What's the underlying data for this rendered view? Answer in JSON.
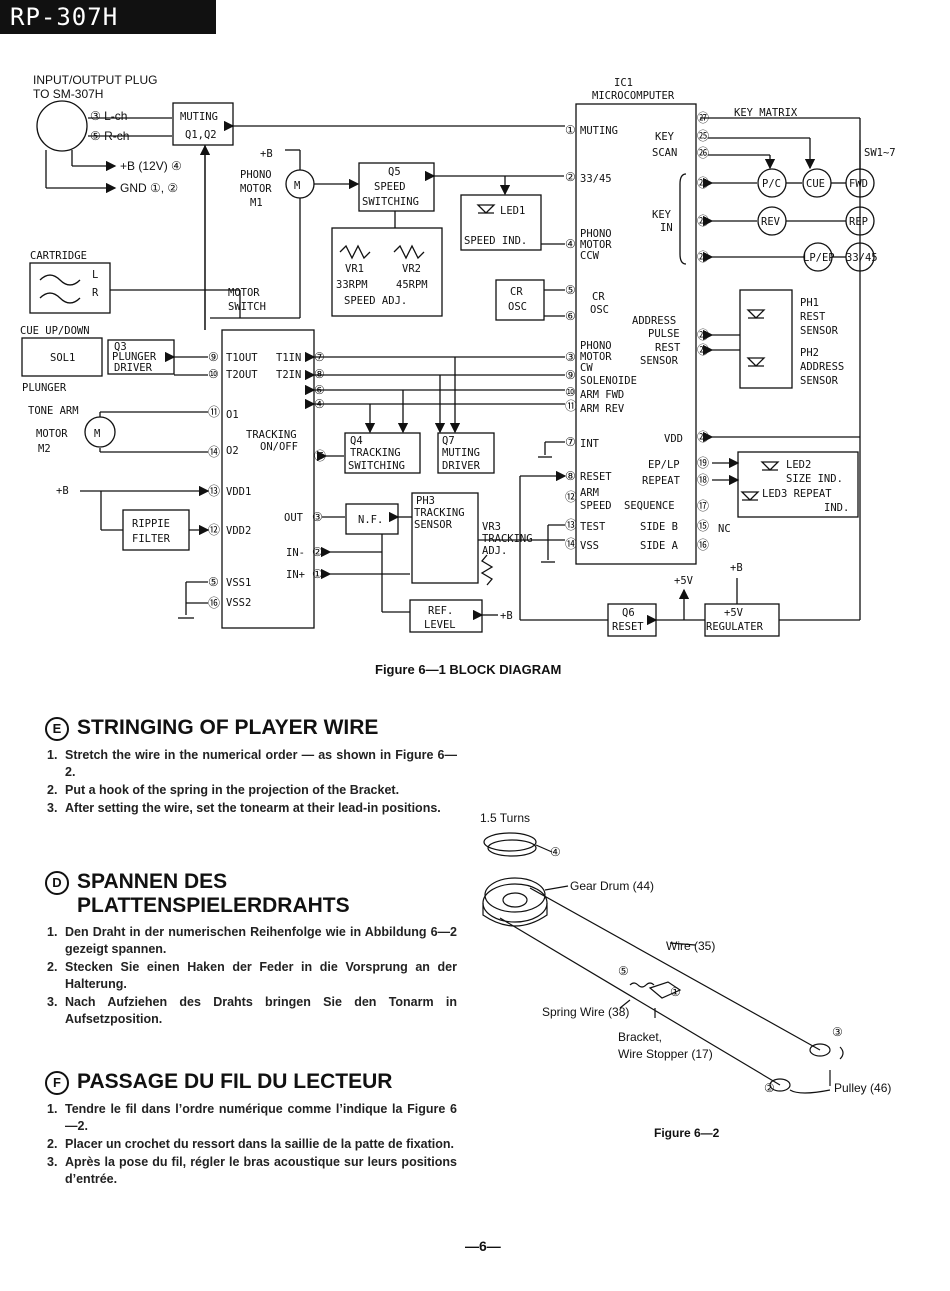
{
  "header": {
    "model": "RP-307H"
  },
  "figure1": {
    "caption": "Figure 6—1  BLOCK DIAGRAM",
    "io_plug": {
      "title_1": "INPUT/OUTPUT PLUG",
      "title_2": "TO SM-307H",
      "lch": "③ L-ch",
      "rch": "⑤ R-ch",
      "plus_b": "+B (12V) ④",
      "gnd": "GND ①, ②"
    },
    "muting_box": {
      "line1": "MUTING",
      "line2": "Q1,Q2"
    },
    "phono_motor": {
      "line1": "PHONO",
      "line2": "MOTOR",
      "line3": "M1",
      "plus_b": "+B",
      "symbol": "M"
    },
    "q5_box": {
      "line1": "Q5",
      "line2": "SPEED",
      "line3": "SWITCHING"
    },
    "vr_box": {
      "vr1": "VR1",
      "vr2": "VR2",
      "rpm33": "33RPM",
      "rpm45": "45RPM",
      "adj": "SPEED ADJ."
    },
    "led1_box": {
      "led": "LED1",
      "label": "SPEED IND."
    },
    "cartridge": {
      "label": "CARTRIDGE",
      "l": "L",
      "r": "R"
    },
    "motor_switch": {
      "line1": "MOTOR",
      "line2": "SWITCH"
    },
    "cue": {
      "label": "CUE UP/DOWN",
      "sol": "SOL1",
      "plunger_label": "PLUNGER"
    },
    "q3_box": {
      "line1": "Q3",
      "line2": "PLUNGER",
      "line3": "DRIVER"
    },
    "tone_arm": {
      "label": "TONE ARM",
      "motor": "MOTOR",
      "m2": "M2",
      "symbol": "M"
    },
    "ic2": {
      "t1out": "T1OUT",
      "t1in": "T1IN",
      "t2out": "T2OUT",
      "t2in": "T2IN",
      "o1": "O1",
      "o2": "O2",
      "tracking": "TRACKING",
      "onoff": "ON/OFF",
      "vdd1": "VDD1",
      "vdd2": "VDD2",
      "out": "OUT",
      "in_minus": "IN-",
      "in_plus": "IN+",
      "vss1": "VSS1",
      "vss2": "VSS2"
    },
    "plus_b_left": "+B",
    "ripple_filter": {
      "line1": "RIPPIE",
      "line2": "FILTER"
    },
    "q4_box": {
      "line1": "Q4",
      "line2": "TRACKING",
      "line3": "SWITCHING"
    },
    "q7_box": {
      "line1": "Q7",
      "line2": "MUTING",
      "line3": "DRIVER"
    },
    "cr_osc": {
      "line1": "CR",
      "line2": "OSC",
      "bracket": "CR",
      "bracket2": "OSC"
    },
    "nf_box": "N.F.",
    "ph3_box": {
      "line1": "PH3",
      "line2": "TRACKING",
      "line3": "SENSOR"
    },
    "vr3": {
      "line1": "VR3",
      "line2": "TRACKING",
      "line3": "ADJ."
    },
    "ref_level": {
      "line1": "REF.",
      "line2": "LEVEL",
      "plus_b": "+B"
    },
    "ic1": {
      "title_1": "IC1",
      "title_2": "MICROCOMPUTER",
      "muting": "MUTING",
      "sw3345": "33/45",
      "phono_motor_ccw_1": "PHONO",
      "phono_motor_ccw_2": "MOTOR",
      "ccw": "CCW",
      "key_scan_1": "KEY",
      "key_scan_2": "SCAN",
      "key_in_1": "KEY",
      "key_in_2": "IN",
      "address_pulse_1": "ADDRESS",
      "address_pulse_2": "PULSE",
      "rest_sensor_1": "REST",
      "rest_sensor_2": "SENSOR",
      "phono_motor_cw_1": "PHONO",
      "phono_motor_cw_2": "MOTOR",
      "cw": "CW",
      "solenoide": "SOLENOIDE",
      "arm_fwd": "ARM FWD",
      "arm_rev": "ARM REV",
      "int": "INT",
      "vdd": "VDD",
      "reset": "RESET",
      "ep_lp": "EP/LP",
      "repeat": "REPEAT",
      "arm_speed_1": "ARM",
      "arm_speed_2": "SPEED",
      "sequence": "SEQUENCE",
      "test": "TEST",
      "vss": "VSS",
      "side_b": "SIDE B",
      "side_a": "SIDE A",
      "nc": "NC"
    },
    "key_matrix": "KEY MATRIX",
    "sw_range": "SW1~7",
    "keys": [
      "P/C",
      "CUE",
      "FWD",
      "REV",
      "REP",
      "LP/EP",
      "33/45"
    ],
    "ph1": {
      "line1": "PH1",
      "line2": "REST",
      "line3": "SENSOR"
    },
    "ph2": {
      "line1": "PH2",
      "line2": "ADDRESS",
      "line3": "SENSOR"
    },
    "led_box": {
      "led2": "LED2",
      "size": "SIZE IND.",
      "led3": "LED3 REPEAT",
      "ind": "IND."
    },
    "q6_box": {
      "line1": "Q6",
      "line2": "RESET"
    },
    "regulator": {
      "line1": "+5V",
      "line2": "REGULATER",
      "plus_5v": "+5V",
      "plus_b": "+B"
    },
    "pins": [
      "①",
      "②",
      "③",
      "④",
      "⑤",
      "⑥",
      "⑦",
      "⑧",
      "⑨",
      "⑩",
      "⑪",
      "⑫",
      "⑬",
      "⑭",
      "⑮",
      "⑯",
      "⑰",
      "⑱",
      "⑲",
      "⑳",
      "㉑",
      "㉒",
      "㉓",
      "㉔",
      "㉕",
      "㉖",
      "㉗",
      "㉘"
    ]
  },
  "sections": [
    {
      "badge": "E",
      "title": "STRINGING OF PLAYER WIRE",
      "items": [
        {
          "num": "1.",
          "text": "Stretch the wire in the numerical order — as shown in Figure 6—2."
        },
        {
          "num": "2.",
          "text": "Put a hook of the spring in the projection of the Bracket."
        },
        {
          "num": "3.",
          "text": "After setting the wire, set the tonearm at their lead-in positions."
        }
      ]
    },
    {
      "badge": "D",
      "title": "SPANNEN DES PLATTENSPIELERDRAHTS",
      "items": [
        {
          "num": "1.",
          "text": "Den Draht in der numerischen Reihenfolge wie in Abbildung 6—2 gezeigt spannen."
        },
        {
          "num": "2.",
          "text": "Stecken Sie einen Haken der Feder in die Vorsprung an der Halterung."
        },
        {
          "num": "3.",
          "text": "Nach Aufziehen des Drahts bringen Sie den Tonarm in Aufsetzposition."
        }
      ]
    },
    {
      "badge": "F",
      "title": "PASSAGE DU FIL DU LECTEUR",
      "items": [
        {
          "num": "1.",
          "text": "Tendre le fil dans l’ordre numérique comme l’indique la Figure 6—2."
        },
        {
          "num": "2.",
          "text": "Placer un crochet du ressort dans la saillie de la patte de fixation."
        },
        {
          "num": "3.",
          "text": "Après la pose du fil, régler le bras acoustique sur leurs positions d’entrée."
        }
      ]
    }
  ],
  "figure2": {
    "turns": "1.5 Turns",
    "gear_drum": "Gear Drum (44)",
    "wire": "Wire (35)",
    "spring_wire": "Spring Wire (38)",
    "bracket_1": "Bracket,",
    "bracket_2": "Wire Stopper (17)",
    "pulley": "Pulley (46)",
    "steps": [
      "④",
      "⑤",
      "①",
      "③",
      "②"
    ],
    "caption": "Figure 6—2"
  },
  "page_number": "—6—"
}
